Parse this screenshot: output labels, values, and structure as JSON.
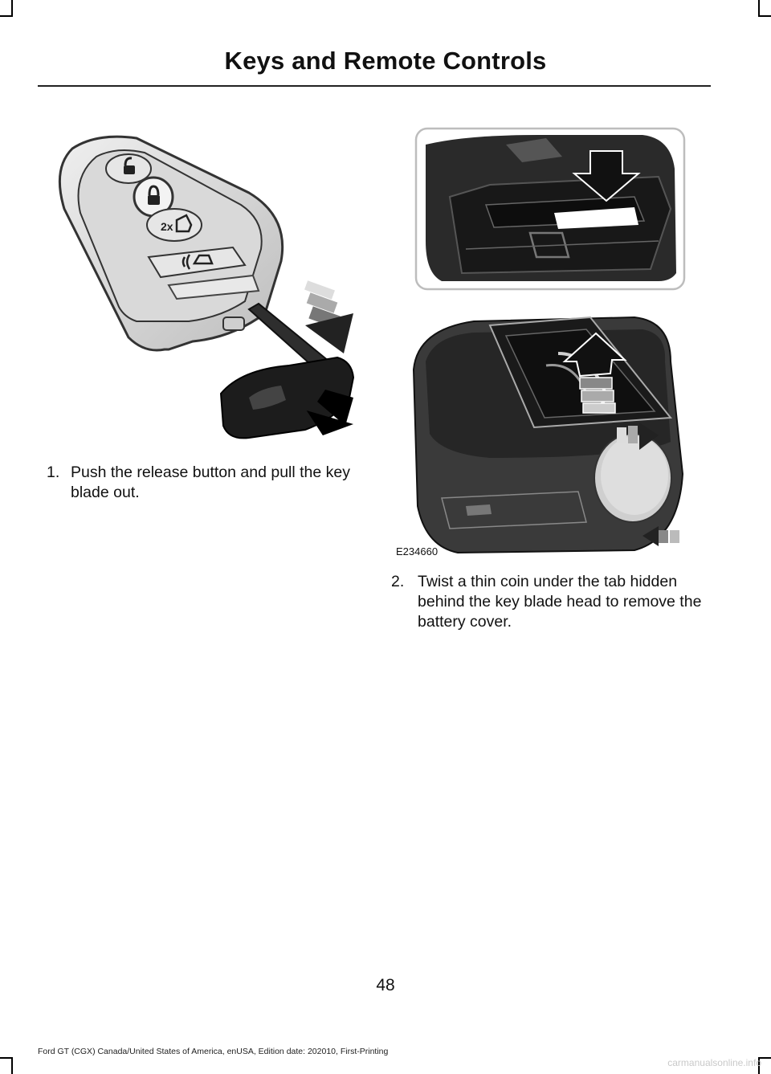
{
  "header": {
    "title": "Keys and Remote Controls"
  },
  "steps": [
    {
      "number": "1.",
      "text": "Push the release button and pull the key blade out."
    },
    {
      "number": "2.",
      "text": "Twist a thin coin under the tab hidden behind the key blade head to remove the battery cover."
    }
  ],
  "figure": {
    "code": "E234660"
  },
  "key_fob": {
    "buttons": [
      "unlock-icon",
      "lock-icon",
      "rear-hatch-2x-icon",
      "remote-start-icon"
    ]
  },
  "page": {
    "number": "48"
  },
  "footer": {
    "text": "Ford GT (CGX) Canada/United States of America, enUSA, Edition date: 202010, First-Printing"
  },
  "watermark": {
    "text": "carmanualsonline.info"
  }
}
